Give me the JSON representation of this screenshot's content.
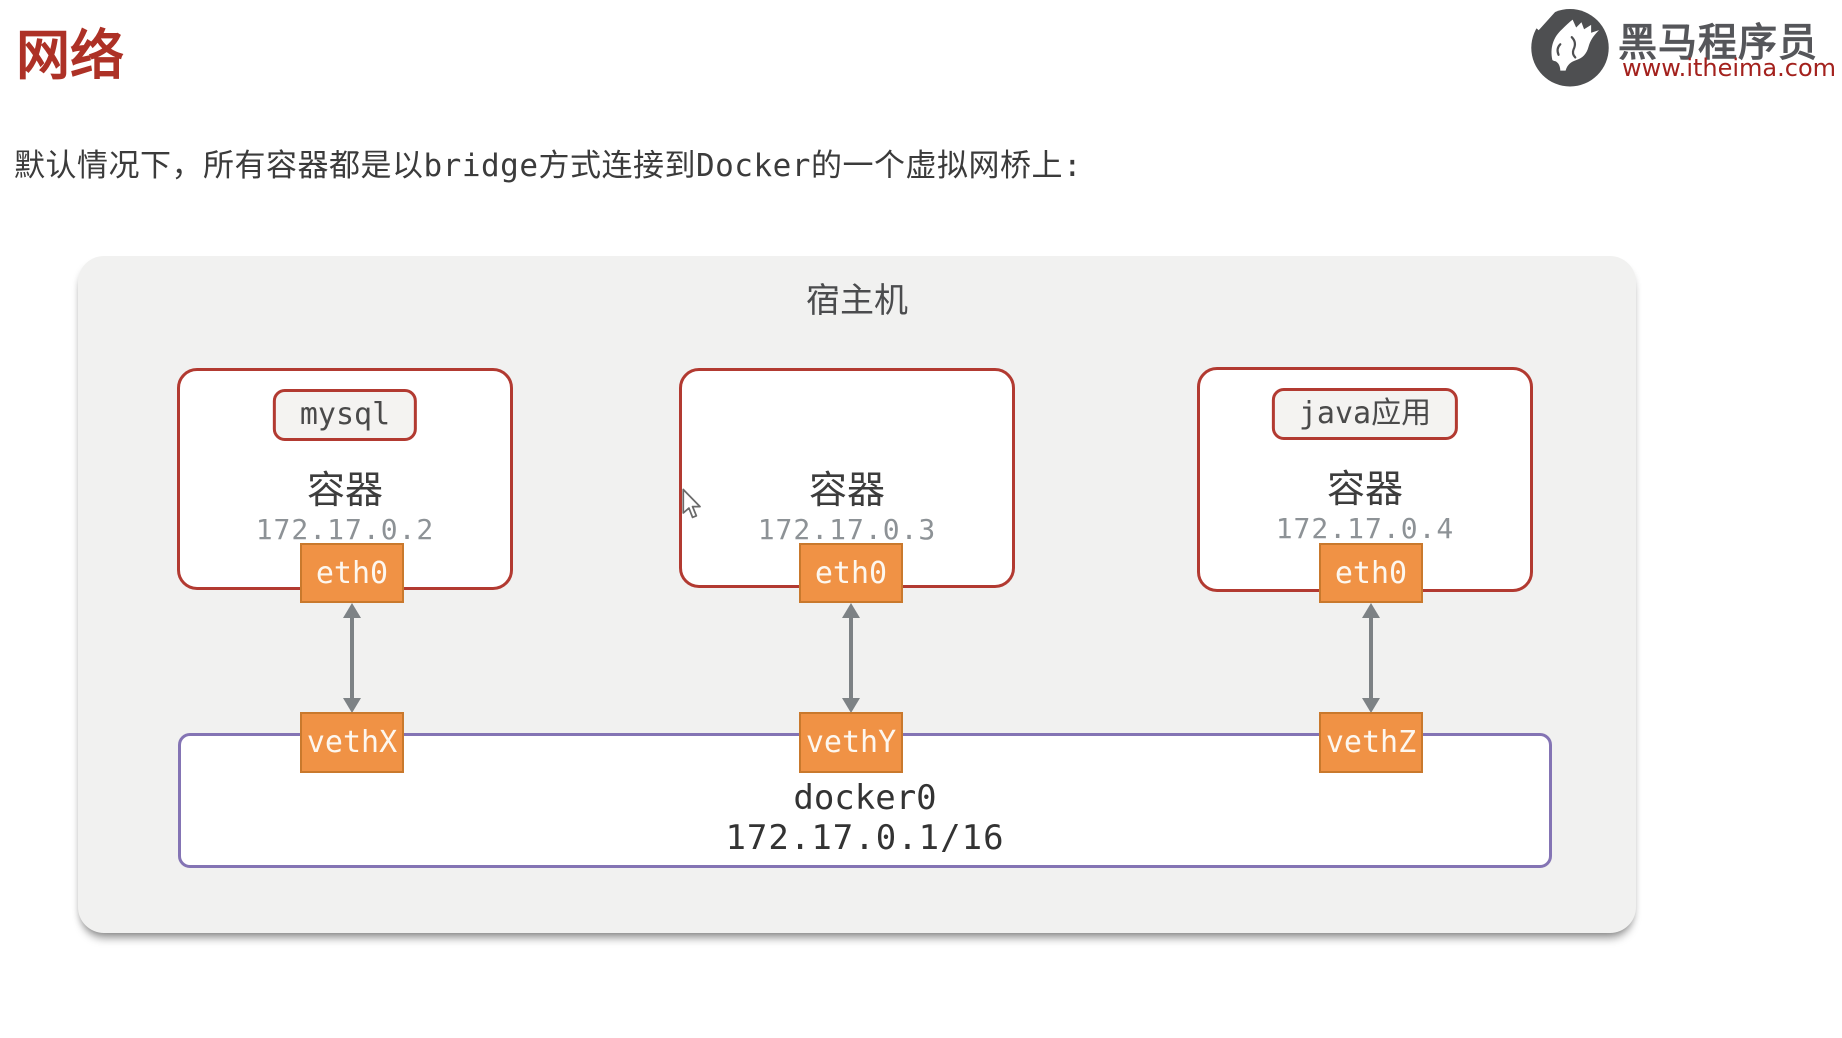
{
  "page": {
    "title": "网络",
    "description": "默认情况下，所有容器都是以bridge方式连接到Docker的一个虚拟网桥上:"
  },
  "logo": {
    "brand": "黑马程序员",
    "website": "www.itheima.com"
  },
  "diagram": {
    "host_label": "宿主机",
    "containers": [
      {
        "badge": "mysql",
        "label": "容器",
        "ip": "172.17.0.2",
        "interface": "eth0",
        "veth": "vethX"
      },
      {
        "badge": "",
        "label": "容器",
        "ip": "172.17.0.3",
        "interface": "eth0",
        "veth": "vethY"
      },
      {
        "badge": "java应用",
        "label": "容器",
        "ip": "172.17.0.4",
        "interface": "eth0",
        "veth": "vethZ"
      }
    ],
    "bridge": {
      "name": "docker0",
      "cidr": "172.17.0.1/16"
    }
  },
  "colors": {
    "title_red": "#ad3126",
    "border_red": "#b23a31",
    "orange_fill": "#f09245",
    "orange_border": "#c9792d",
    "purple_border": "#8474b4",
    "host_bg": "#f1f1f0",
    "text_dark": "#3b3b3b",
    "text_gray": "#8d9296",
    "brand_gray": "#55565a",
    "site_red": "#a3211d",
    "arrow_gray": "#7d8285"
  }
}
